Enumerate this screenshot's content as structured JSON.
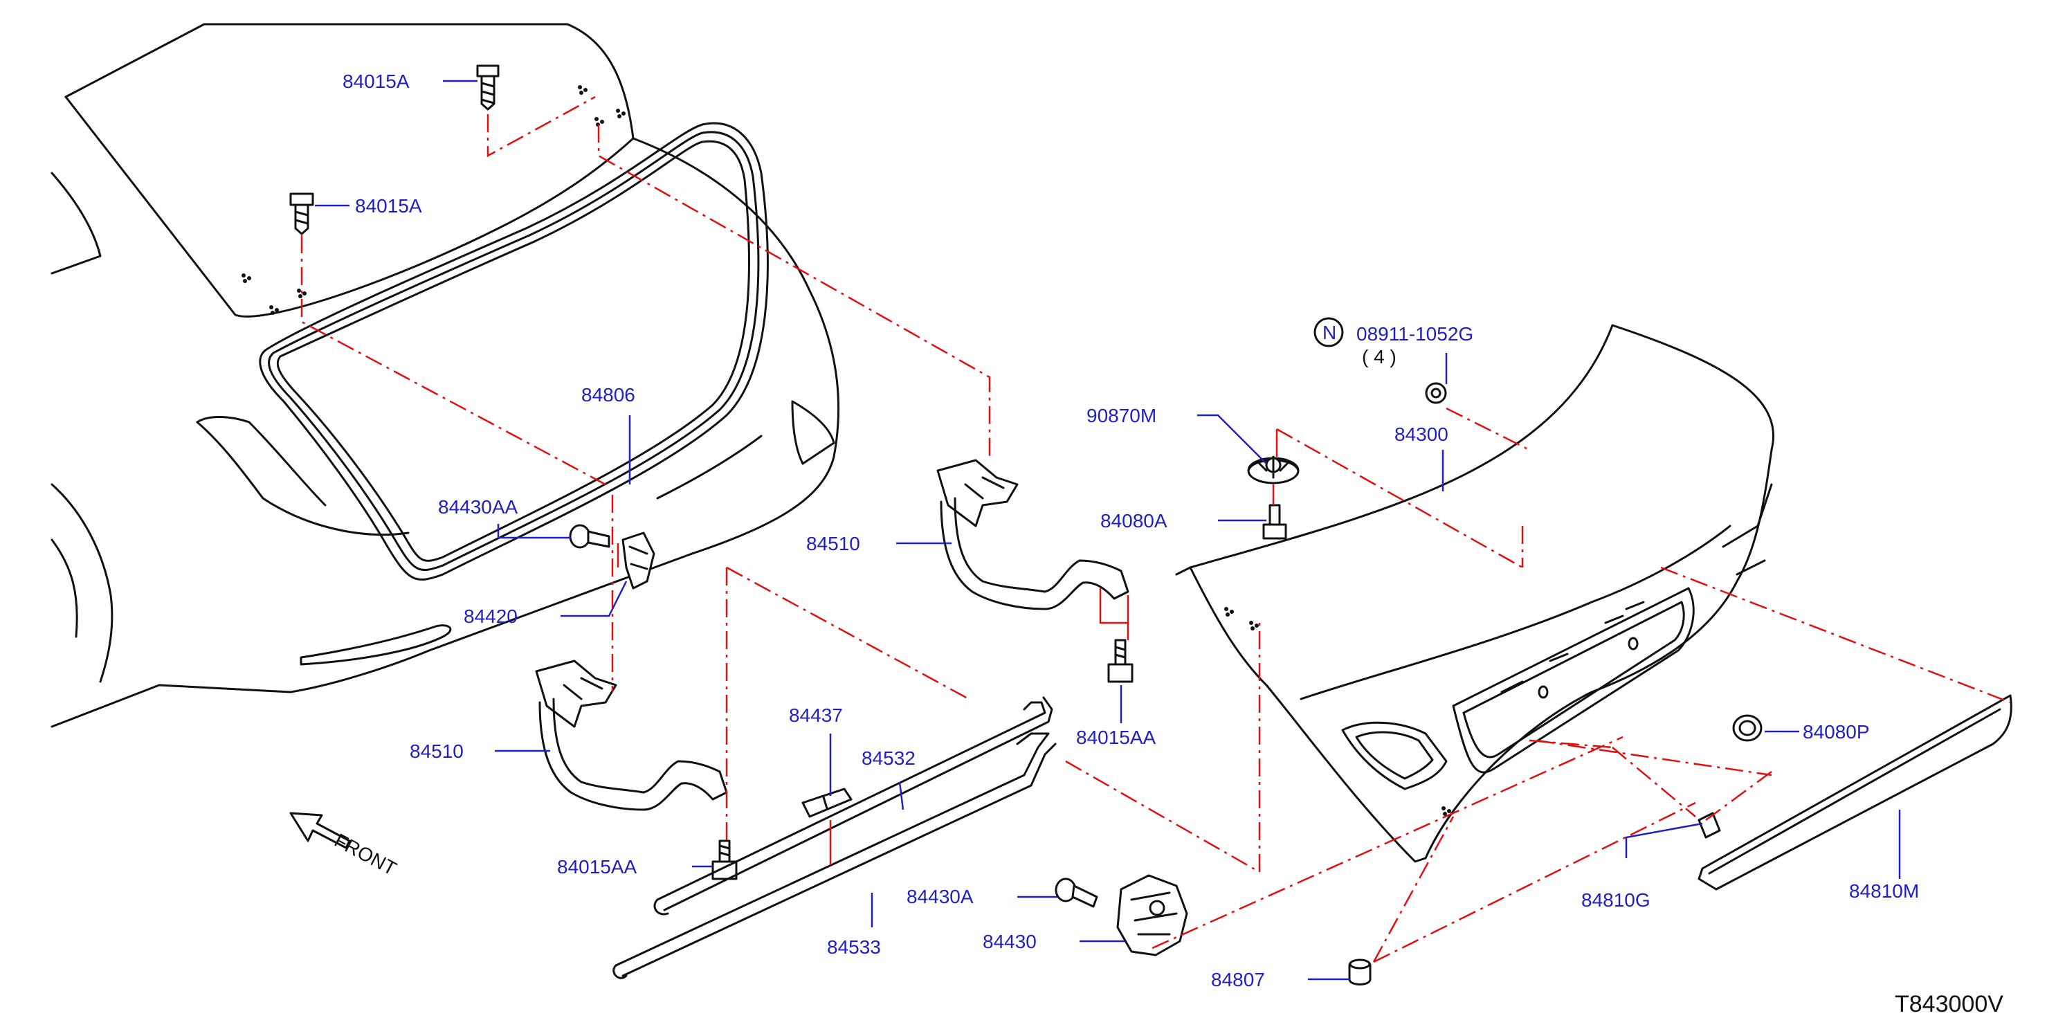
{
  "diagram_code": "T843000V",
  "front_label": "FRONT",
  "notes": {
    "n_symbol": "N",
    "quantity": "( 4 )"
  },
  "parts": {
    "p84015A_top": "84015A",
    "p84015A_left": "84015A",
    "p84806": "84806",
    "p84430AA": "84430AA",
    "p84420": "84420",
    "p84510_upper": "84510",
    "p84510_lower": "84510",
    "p84015AA_lower": "84015AA",
    "p84015AA_right": "84015AA",
    "p84437": "84437",
    "p84532": "84532",
    "p84533": "84533",
    "p84430A": "84430A",
    "p84430": "84430",
    "p84807": "84807",
    "p90870M": "90870M",
    "p84080A": "84080A",
    "p08911": "08911-1052G",
    "p84300": "84300",
    "p84080P": "84080P",
    "p84810G": "84810G",
    "p84810M": "84810M"
  },
  "colors": {
    "label": "#1f1fc4",
    "outline": "#111111",
    "centerline": "#e01010"
  }
}
